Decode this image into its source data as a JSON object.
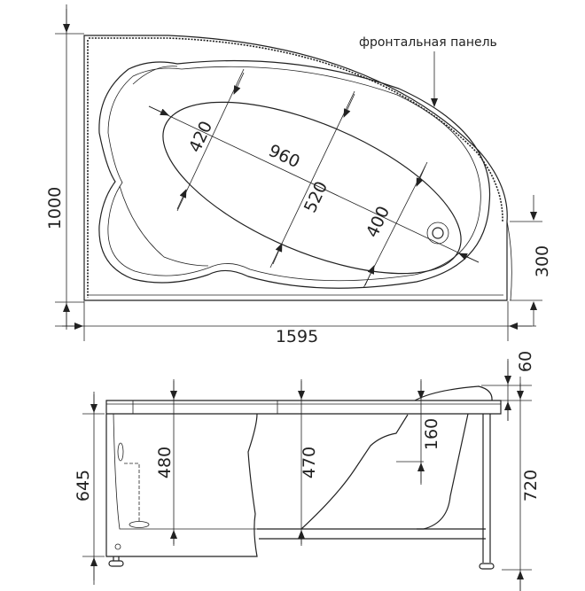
{
  "top_view": {
    "panel_label": "фронтальная панель",
    "dims": {
      "depth": "1000",
      "length": "1595",
      "side": "300",
      "bowl_length": "960",
      "width_a": "420",
      "width_b": "520",
      "width_c": "400"
    }
  },
  "side_view": {
    "dims": {
      "rim_height": "645",
      "depth_a": "480",
      "depth_b": "470",
      "headrest": "160",
      "headrest_top": "60",
      "total_height": "720"
    }
  }
}
